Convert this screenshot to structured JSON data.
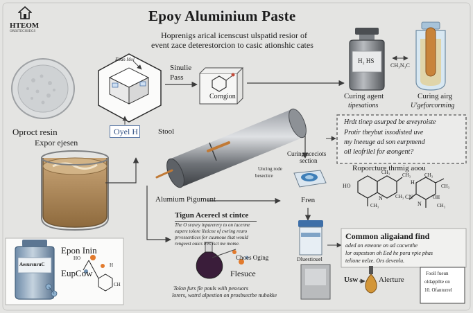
{
  "logo": {
    "name": "HTEOM",
    "tagline": "ORBITECHSEGS",
    "icon": "house-icon"
  },
  "title": "Epoy Aluminium Paste",
  "subtitle": {
    "line1": "Hoprenigs arical icenscust ulspatid resior of",
    "line2": "event zace deterestorcion to casic ationshic cates"
  },
  "top_left": {
    "resin_label": "Oproct resin",
    "epoxy_label": "Expor ejesen",
    "oxyl_badge": "Oyel H",
    "stool_label": "Stool"
  },
  "cube": {
    "caption": "Eban Mol",
    "label_line1": "Sinulie",
    "label_line2": "Pass",
    "corrosion_label": "Corngion"
  },
  "curing_agent": {
    "bottle_label": "H₂ HS",
    "formula": "CH₃N₃C",
    "left_caption_line1": "Curing agent",
    "left_caption_line2": "tipesations",
    "right_caption_line1": "Curing airg",
    "right_caption_line2": "U'geforcorming"
  },
  "question_box": {
    "lines": [
      "Hrdt tinep asurped be æveyroiste",
      "Protir theybut issodisted uve",
      "my lneeuge ad son eurpmend",
      "oil leofrilel for æongent?"
    ]
  },
  "middle": {
    "curing_section_line1": "Curing aceciots",
    "curing_section_line2": "section",
    "using_line1": "Uncing rode",
    "using_line2": "besectice",
    "aluminium_label": "Alumium Pigument",
    "fren_label": "Fren",
    "reaction_label": "Roporcture thrmig aoou"
  },
  "process": {
    "title": "Tigun Acerecl st cintce",
    "lines": [
      "The O sravry inparerery to on iucerme",
      "eapere tolore llsticne of cwring reuro",
      "prvessentices for cuumoue that would",
      "rengeest ouics lres isct me mome."
    ]
  },
  "common_box": {
    "title": "Common aligaiand find",
    "lines": [
      "aded on emeone on ad cacwnthe",
      "lor ospestson oh Eed he pora vpie phas",
      "telione nelze. Ors devenlu."
    ]
  },
  "epon_box": {
    "jar_label": "AesursnruC",
    "title": "Epon Inin",
    "subtitle": "EupCow",
    "ho_label": "HO",
    "h_label": "H",
    "ch_label": "CH"
  },
  "flask": {
    "title": "Choes Oging",
    "label": "Flesuce"
  },
  "beaker_label": "Dluestiouel",
  "bottom_note": {
    "line1": "Tolon furs fle pouls wiih pesvuors",
    "line2": "lorers, watrd alpestion on prosbsectbe nubokke"
  },
  "usw": {
    "label": "Usw",
    "alerture": "Alerture"
  },
  "info_card": {
    "line1": "Fooll fueun",
    "line2": "oldappllte on",
    "line3": "10. Ofantorrel"
  },
  "chem_labels": {
    "ho": "HO",
    "ch3_a": "CH₃",
    "ch3_b": "CH₃",
    "n_a": "N",
    "n_b": "N",
    "ch3_c": "CH₃",
    "ch3_d": "CH₃",
    "cn": "CN",
    "ch3_e": "CH₃",
    "ch3_f": "CH₃",
    "h": "H",
    "oh": "OH",
    "ch3_g": "CH₃"
  },
  "colors": {
    "background": "#e4e4e2",
    "panel": "#f1f1ef",
    "resin": "#b08858",
    "arrow": "#3c3c3c",
    "amber": "#c47a2a",
    "blue_badge": "#5a78a6"
  }
}
